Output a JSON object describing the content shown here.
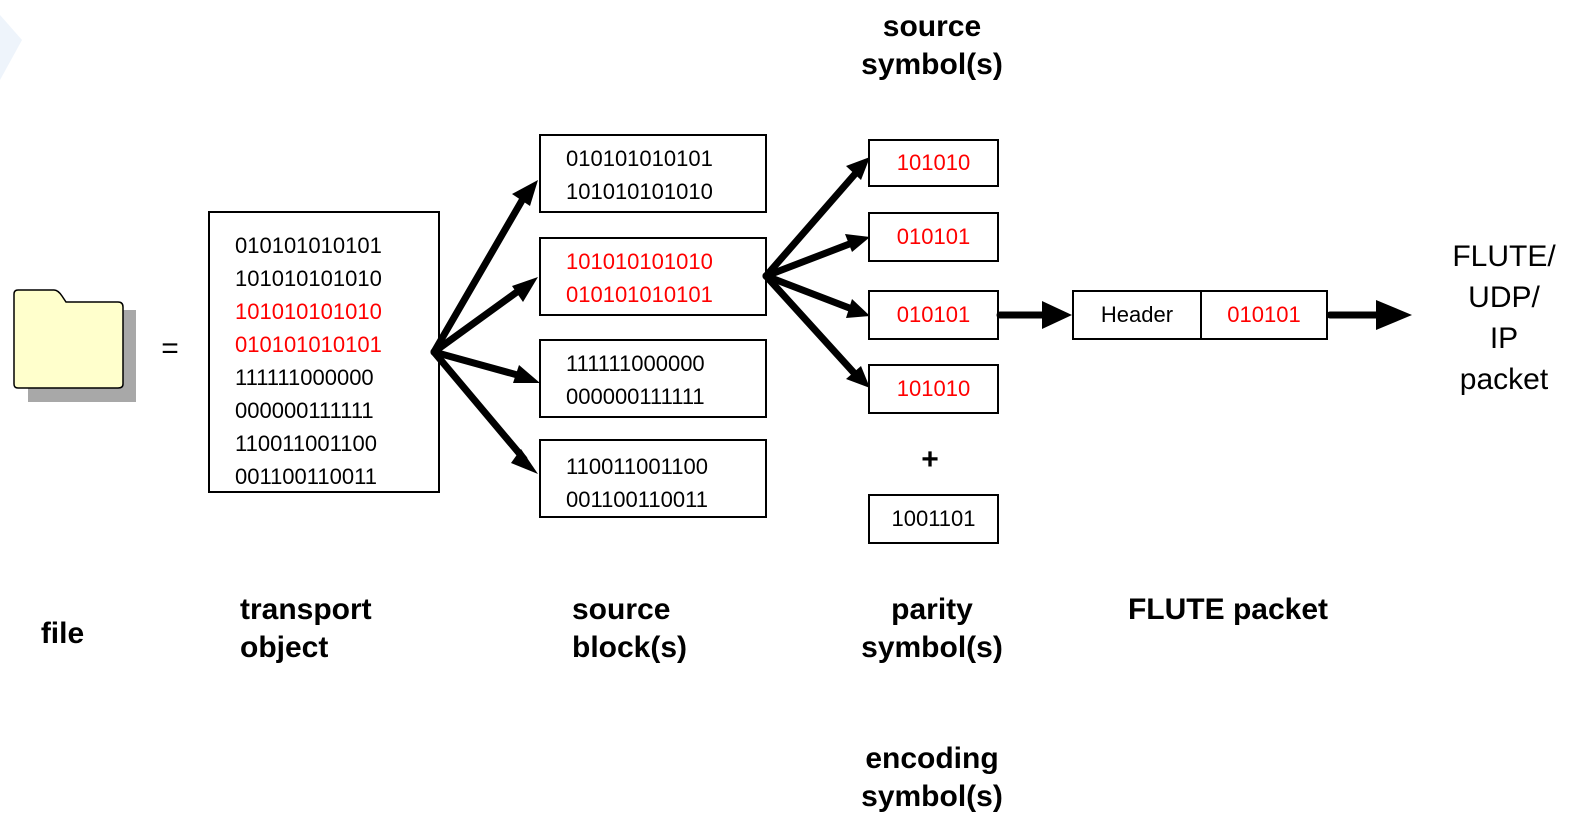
{
  "transport_object": {
    "lines": [
      {
        "text": "010101010101",
        "red": false
      },
      {
        "text": "101010101010",
        "red": false
      },
      {
        "text": "101010101010",
        "red": true
      },
      {
        "text": "010101010101",
        "red": true
      },
      {
        "text": "111111000000",
        "red": false
      },
      {
        "text": "000000111111",
        "red": false
      },
      {
        "text": "110011001100",
        "red": false
      },
      {
        "text": "001100110011",
        "red": false
      }
    ]
  },
  "equals_sign": "=",
  "source_blocks": [
    {
      "line1": "010101010101",
      "line2": "101010101010",
      "red": false
    },
    {
      "line1": "101010101010",
      "line2": "010101010101",
      "red": true
    },
    {
      "line1": "111111000000",
      "line2": "000000111111",
      "red": false
    },
    {
      "line1": "110011001100",
      "line2": "001100110011",
      "red": false
    }
  ],
  "source_symbols": [
    "101010",
    "010101",
    "010101",
    "101010"
  ],
  "plus_sign": "+",
  "parity_symbol": "1001101",
  "flute_packet": {
    "header": "Header",
    "payload": "010101"
  },
  "output_label": {
    "line1": "FLUTE/",
    "line2": "UDP/",
    "line3": "IP",
    "line4": "packet"
  },
  "labels": {
    "source_symbols": {
      "line1": "source",
      "line2": "symbol(s)"
    },
    "file": "file",
    "transport_object": {
      "line1": "transport",
      "line2": "object"
    },
    "source_blocks": {
      "line1": "source",
      "line2": "block(s)"
    },
    "parity_symbols": {
      "line1": "parity",
      "line2": "symbol(s)"
    },
    "flute_packet": "FLUTE packet",
    "encoding_symbols": {
      "line1": "encoding",
      "line2": "symbol(s)"
    }
  },
  "colors": {
    "highlight": "#ff0000",
    "folder_fill": "#ffffcc",
    "folder_shadow": "#a8a8a8"
  },
  "icons": {
    "file": "folder-icon"
  }
}
